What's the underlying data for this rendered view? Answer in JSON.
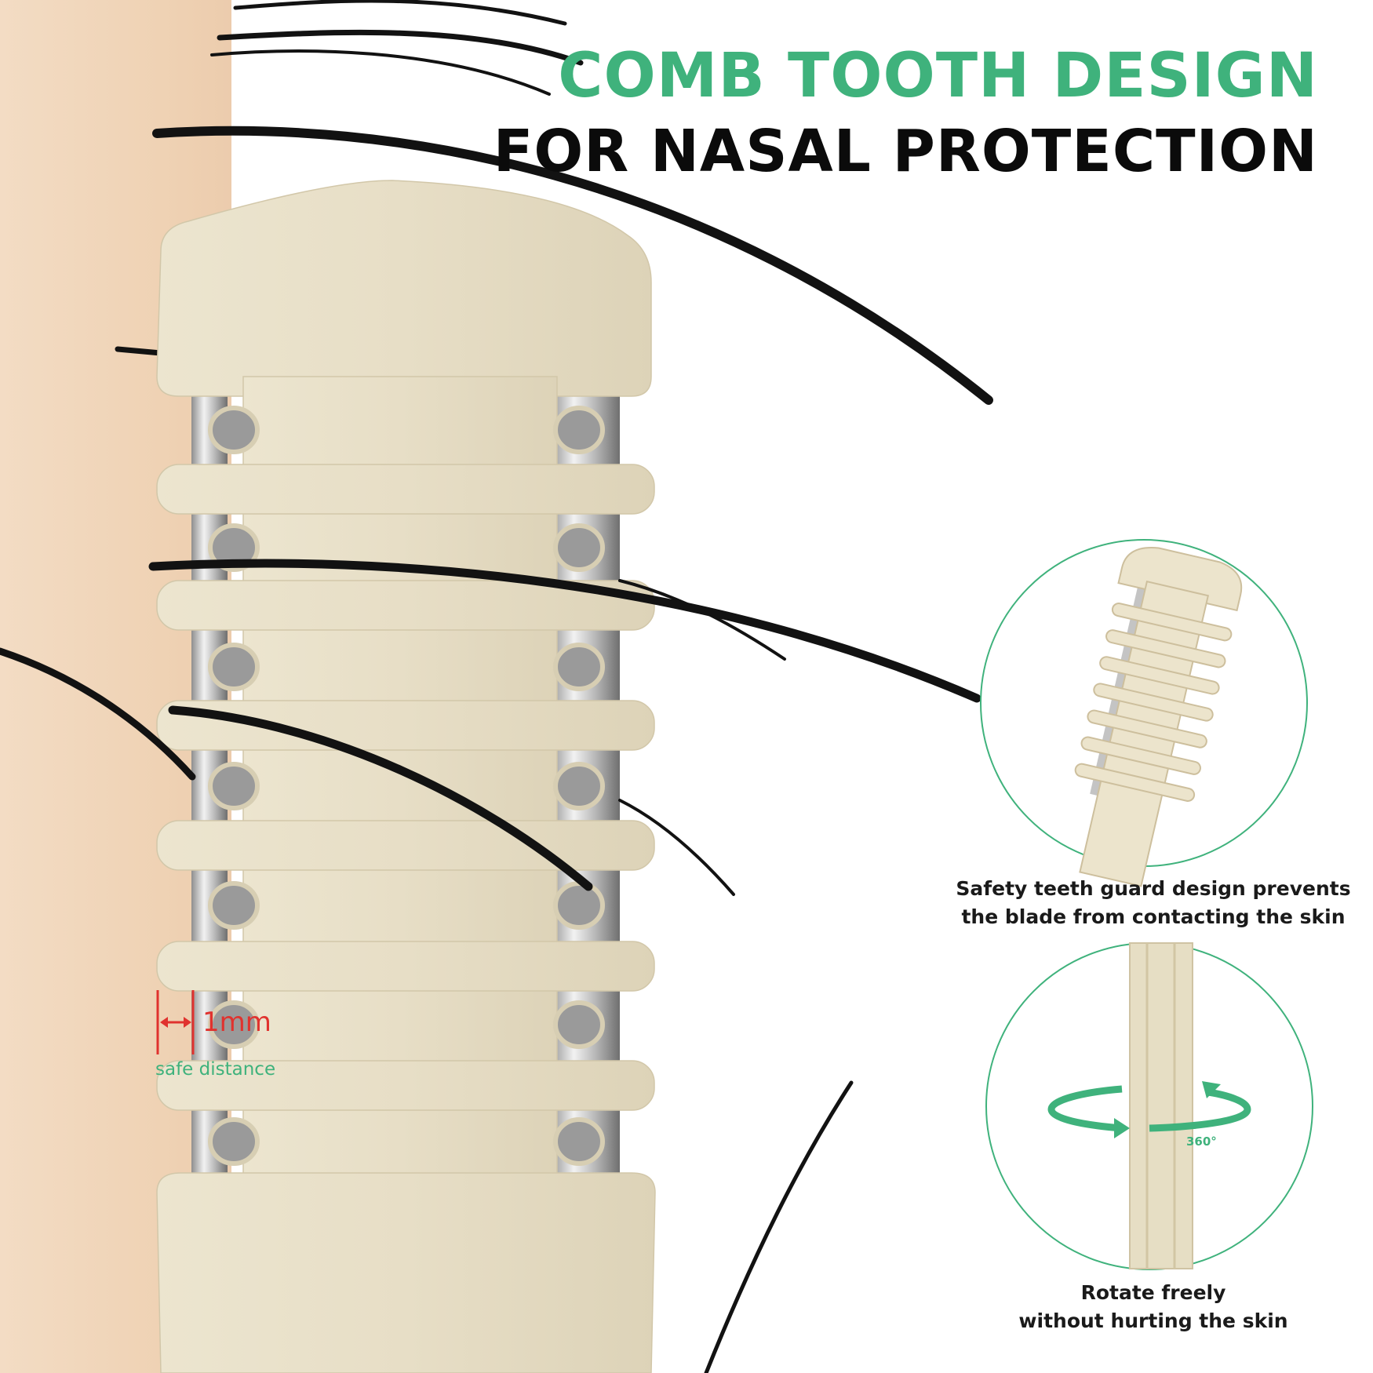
{
  "headline": {
    "line1": "COMB TOOTH DESIGN",
    "line2": "FOR NASAL PROTECTION"
  },
  "measure": {
    "value": "1mm",
    "caption": "safe distance"
  },
  "detail_top": {
    "caption_line1": "Safety teeth guard design prevents",
    "caption_line2": "the blade from contacting the skin"
  },
  "detail_bottom": {
    "rotation_label": "360°",
    "caption_line1": "Rotate freely",
    "caption_line2": "without hurting the skin"
  },
  "colors": {
    "accent_green": "#3fb27c",
    "headline_dark": "#0b0b0b",
    "guard_beige": "#e8e0c9",
    "skin": "#f1d7bd",
    "measure_red": "#e0322e"
  }
}
